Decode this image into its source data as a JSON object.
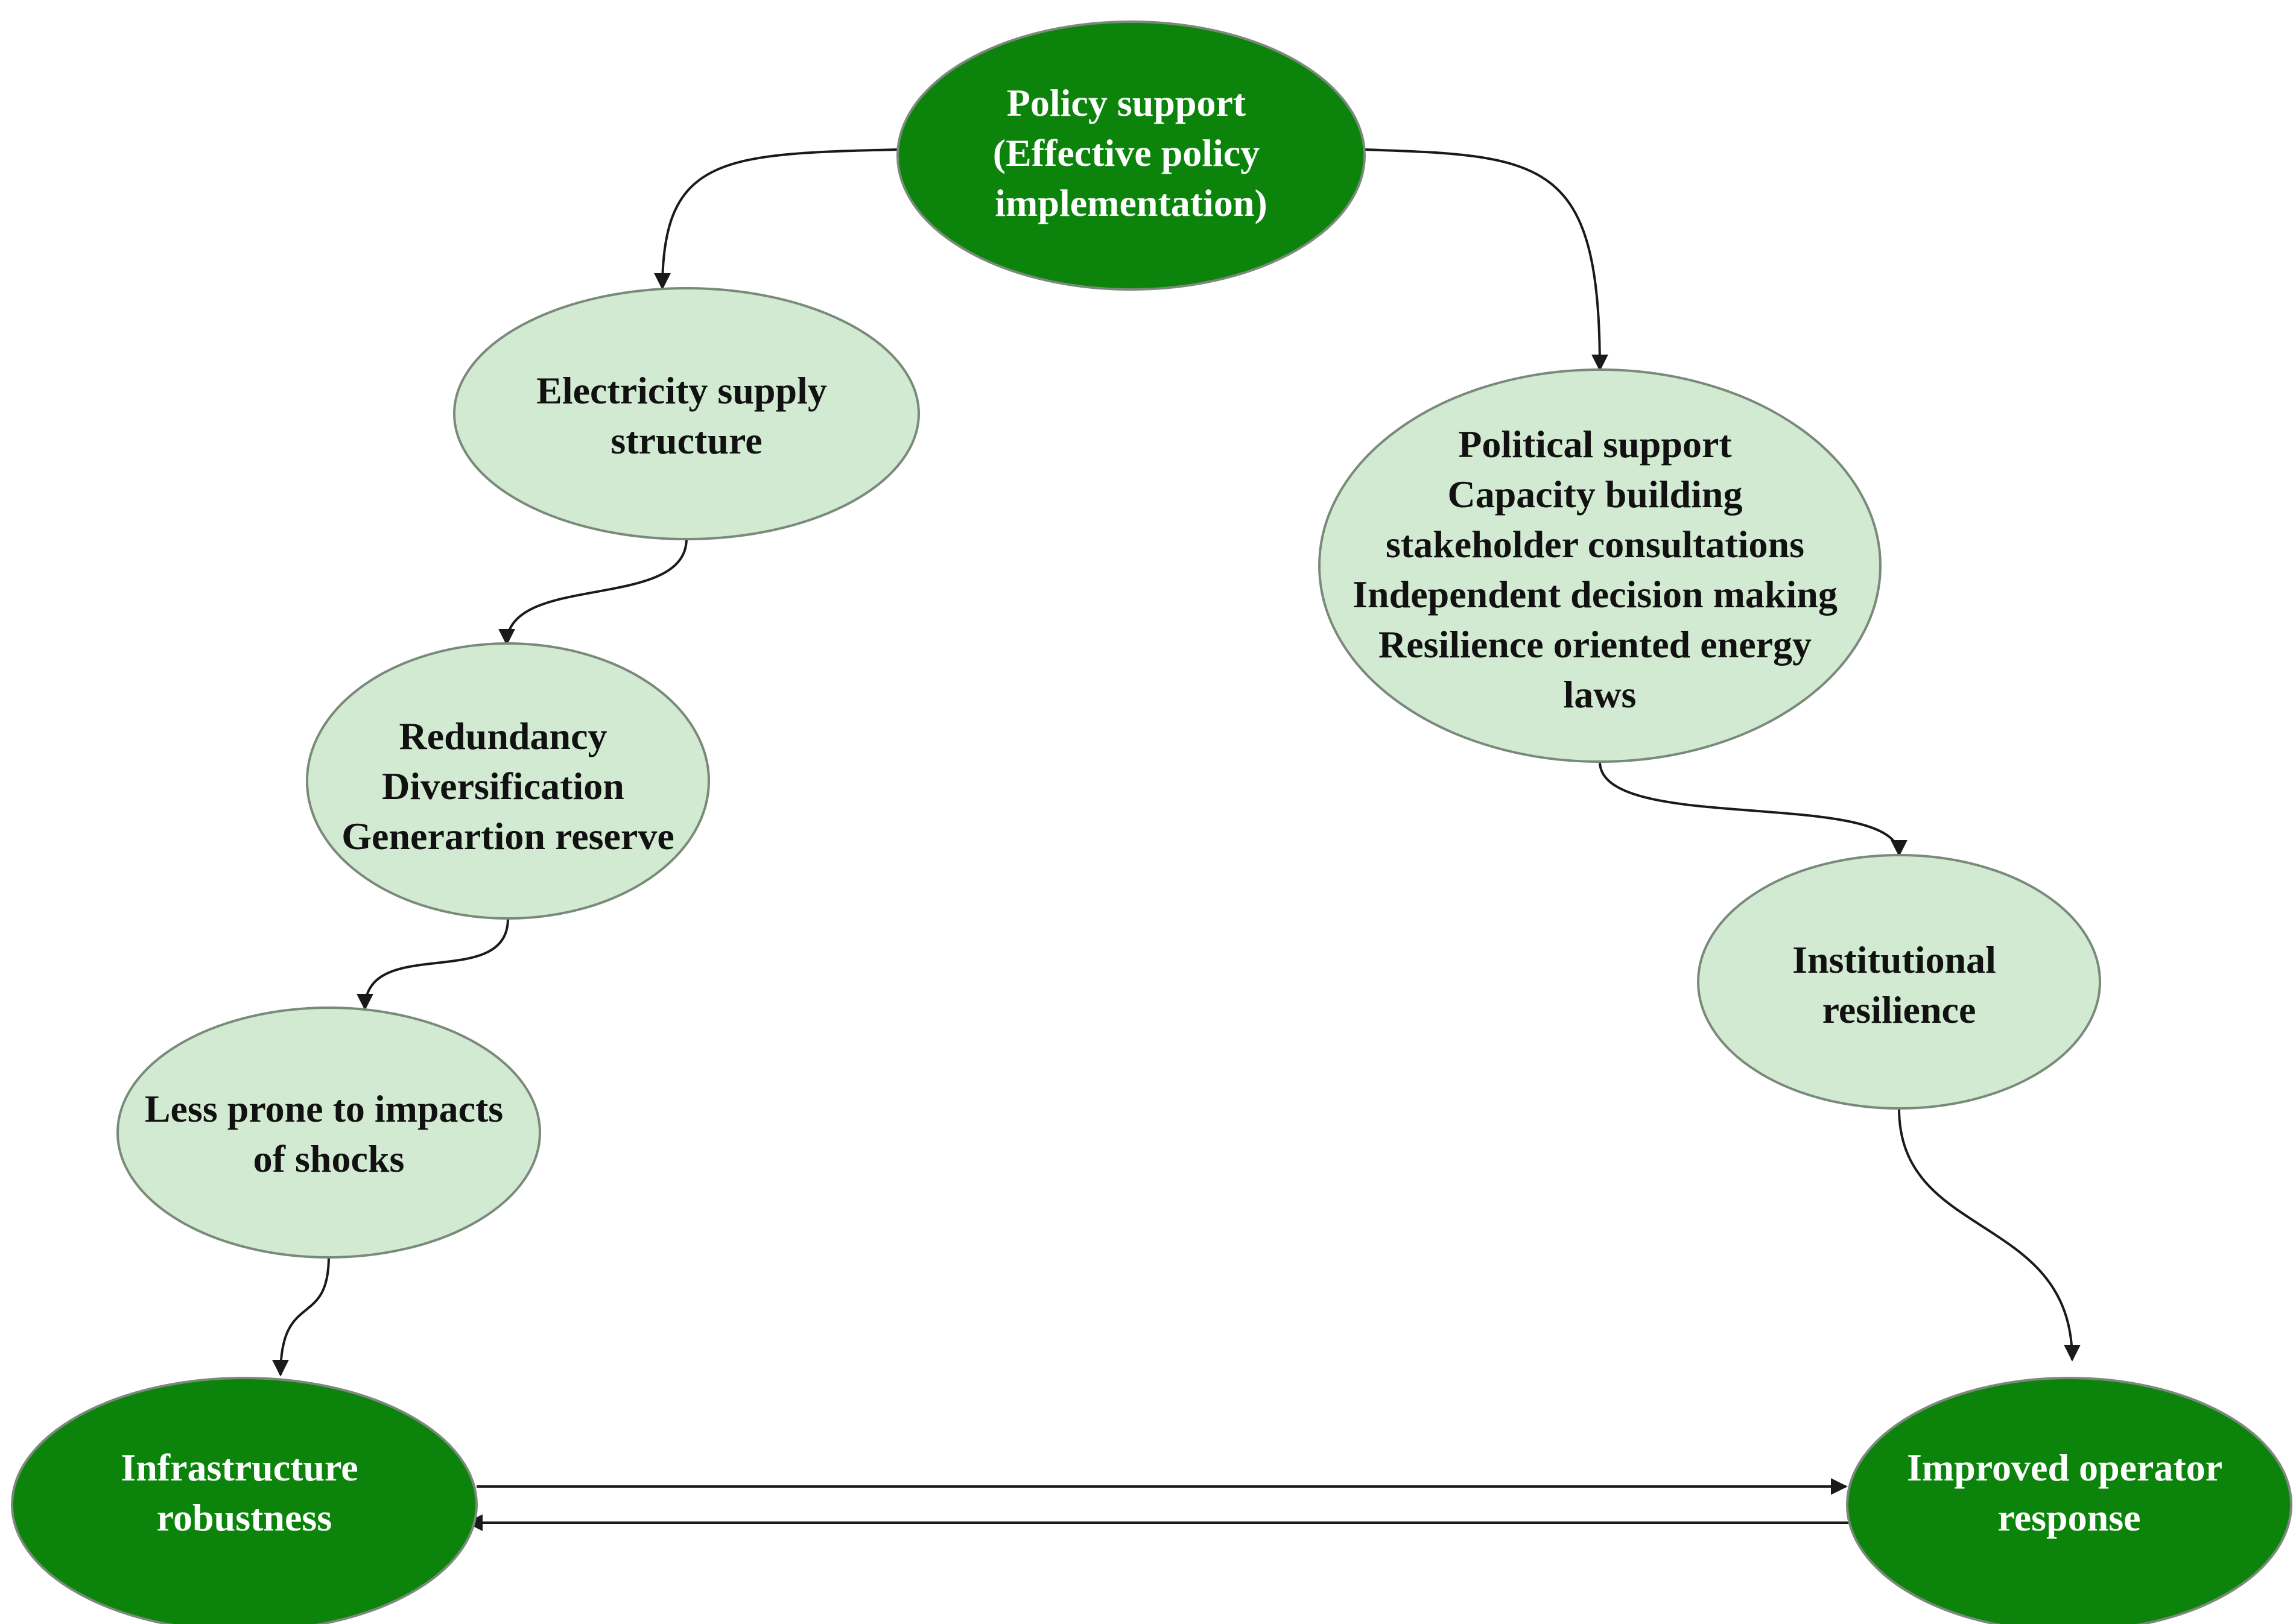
{
  "colors": {
    "primary_node_fill": "#0c840c",
    "secondary_node_fill": "#d2ead2",
    "primary_text": "#ffffff",
    "secondary_text": "#111111",
    "edge": "#1a1a1a"
  },
  "nodes": {
    "policy_support": {
      "lines": [
        "Policy support",
        "(Effective policy",
        "implementation)"
      ]
    },
    "electricity_supply_structure": {
      "lines": [
        "Electricity supply",
        "structure"
      ]
    },
    "redundancy_diversification": {
      "lines": [
        "Redundancy",
        "Diversification",
        "Generartion reserve"
      ]
    },
    "less_prone_to_shocks": {
      "lines": [
        "Less prone to impacts",
        "of shocks"
      ]
    },
    "infrastructure_robustness": {
      "lines": [
        "Infrastructure",
        "robustness"
      ]
    },
    "political_support_group": {
      "lines": [
        "Political support",
        "Capacity building",
        "stakeholder consultations",
        "Independent decision making",
        "Resilience oriented energy",
        "laws"
      ]
    },
    "institutional_resilience": {
      "lines": [
        "Institutional",
        "resilience"
      ]
    },
    "improved_operator_response": {
      "lines": [
        "Improved operator",
        "response"
      ]
    }
  }
}
